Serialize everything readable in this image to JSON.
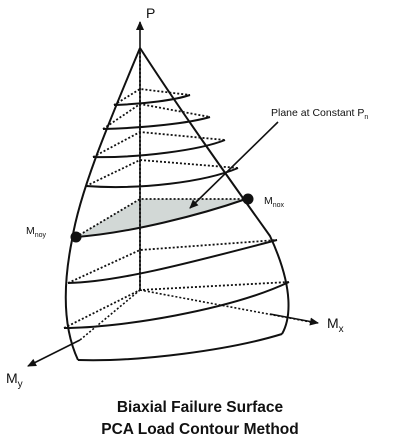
{
  "axes": {
    "p": "P",
    "mx_base": "M",
    "mx_sub": "x",
    "my_base": "M",
    "my_sub": "y"
  },
  "annotations": {
    "plane_prefix": "Plane at Constant P",
    "plane_sub": "n",
    "mnox_base": "M",
    "mnox_sub": "nox",
    "mnoy_base": "M",
    "mnoy_sub": "noy"
  },
  "caption": {
    "line1": "Biaxial Failure Surface",
    "line2": "PCA Load Contour Method"
  },
  "colors": {
    "line": "#111111",
    "plane_fill": "#d2d8d6"
  }
}
